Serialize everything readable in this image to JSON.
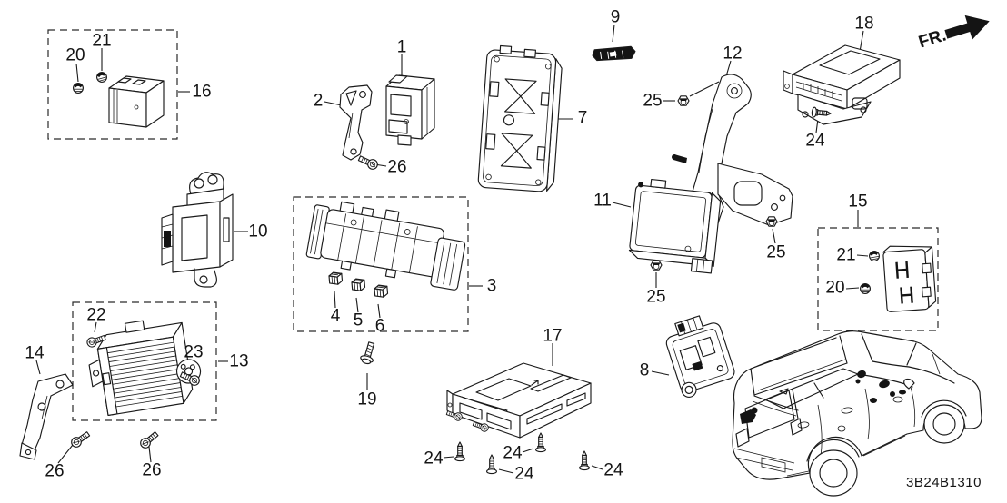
{
  "diagram": {
    "code": "3B24B1310",
    "fr_label": "FR."
  },
  "callouts": {
    "c20a": "20",
    "c21a": "21",
    "c16": "16",
    "c2": "2",
    "c1": "1",
    "c26a": "26",
    "c7": "7",
    "c9": "9",
    "c12": "12",
    "c25a": "25",
    "c18": "18",
    "c24a": "24",
    "c10": "10",
    "c3": "3",
    "c4": "4",
    "c5": "5",
    "c6": "6",
    "c19": "19",
    "c11": "11",
    "c25b": "25",
    "c25c": "25",
    "c15": "15",
    "c21b": "21",
    "c20b": "20",
    "c22": "22",
    "c13": "13",
    "c23": "23",
    "c14": "14",
    "c26b": "26",
    "c26c": "26",
    "c17": "17",
    "c8": "8",
    "c24b": "24",
    "c24c": "24",
    "c24d": "24",
    "c24e": "24"
  }
}
